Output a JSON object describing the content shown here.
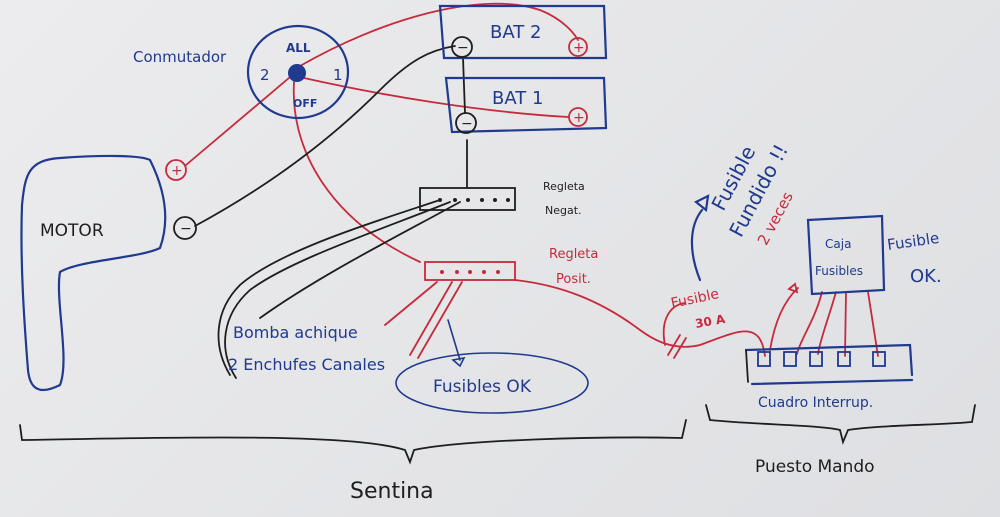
{
  "switch": {
    "title": "Conmutador",
    "all": "ALL",
    "pos2": "2",
    "pos1": "1",
    "off": "OFF"
  },
  "batteries": [
    {
      "label": "BAT 2",
      "minus": "−",
      "plus": "+"
    },
    {
      "label": "BAT 1",
      "minus": "−",
      "plus": "+"
    }
  ],
  "motor": {
    "label": "MOTOR",
    "plus": "+",
    "minus": "−"
  },
  "regleta_negat": [
    "Regleta",
    "Negat."
  ],
  "regleta_posit": [
    "Regleta",
    "Posit."
  ],
  "fusible_fundido": {
    "line1": "Fusible",
    "line2": "Fundido !!",
    "count": "2 veces"
  },
  "caja_fusibles": {
    "line1": "Caja",
    "line2": "Fusibles",
    "note1": "Fusible",
    "note2": "OK."
  },
  "fusible_30a": {
    "line1": "Fusible",
    "line2": "30 A"
  },
  "cuadro": {
    "label": "Cuadro Interrup."
  },
  "loads": {
    "line1": "Bomba achique",
    "line2": "2 Enchufes Canales"
  },
  "fusibles_ok": "Fusibles OK",
  "sections": {
    "left": "Sentina",
    "right": "Puesto Mando"
  },
  "colors": {
    "blue": "#1f3a8e",
    "red": "#c62a3c",
    "black": "#1e1e1e"
  }
}
